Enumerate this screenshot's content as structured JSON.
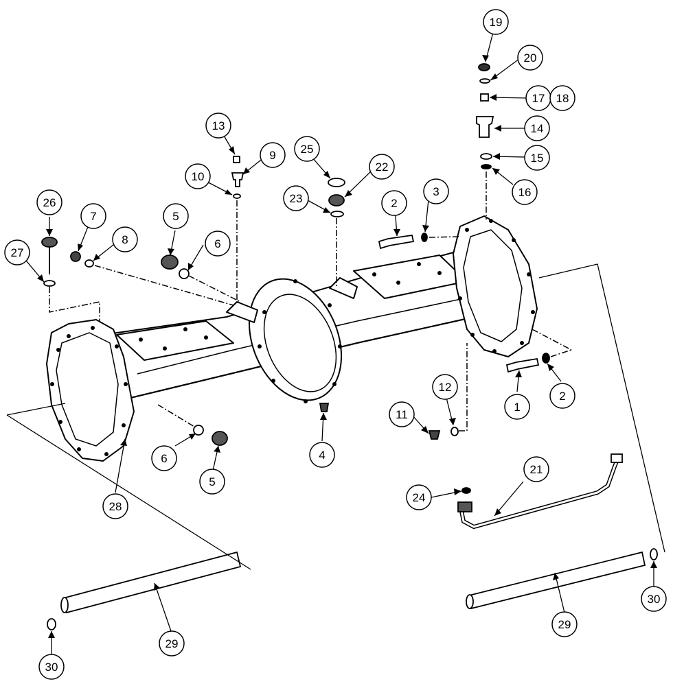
{
  "callouts": [
    {
      "id": "c19",
      "label": "19"
    },
    {
      "id": "c20",
      "label": "20"
    },
    {
      "id": "c17",
      "label": "17"
    },
    {
      "id": "c18",
      "label": "18"
    },
    {
      "id": "c14",
      "label": "14"
    },
    {
      "id": "c15",
      "label": "15"
    },
    {
      "id": "c16",
      "label": "16"
    },
    {
      "id": "c13",
      "label": "13"
    },
    {
      "id": "c9",
      "label": "9"
    },
    {
      "id": "c10",
      "label": "10"
    },
    {
      "id": "c25",
      "label": "25"
    },
    {
      "id": "c22",
      "label": "22"
    },
    {
      "id": "c23",
      "label": "23"
    },
    {
      "id": "c2a",
      "label": "2"
    },
    {
      "id": "c3",
      "label": "3"
    },
    {
      "id": "c26",
      "label": "26"
    },
    {
      "id": "c7",
      "label": "7"
    },
    {
      "id": "c8",
      "label": "8"
    },
    {
      "id": "c5a",
      "label": "5"
    },
    {
      "id": "c6a",
      "label": "6"
    },
    {
      "id": "c27",
      "label": "27"
    },
    {
      "id": "c1",
      "label": "1"
    },
    {
      "id": "c2b",
      "label": "2"
    },
    {
      "id": "c12",
      "label": "12"
    },
    {
      "id": "c11",
      "label": "11"
    },
    {
      "id": "c4",
      "label": "4"
    },
    {
      "id": "c6b",
      "label": "6"
    },
    {
      "id": "c5b",
      "label": "5"
    },
    {
      "id": "c28",
      "label": "28"
    },
    {
      "id": "c21",
      "label": "21"
    },
    {
      "id": "c24",
      "label": "24"
    },
    {
      "id": "c29a",
      "label": "29"
    },
    {
      "id": "c30a",
      "label": "30"
    },
    {
      "id": "c29b",
      "label": "29"
    },
    {
      "id": "c30b",
      "label": "30"
    }
  ]
}
